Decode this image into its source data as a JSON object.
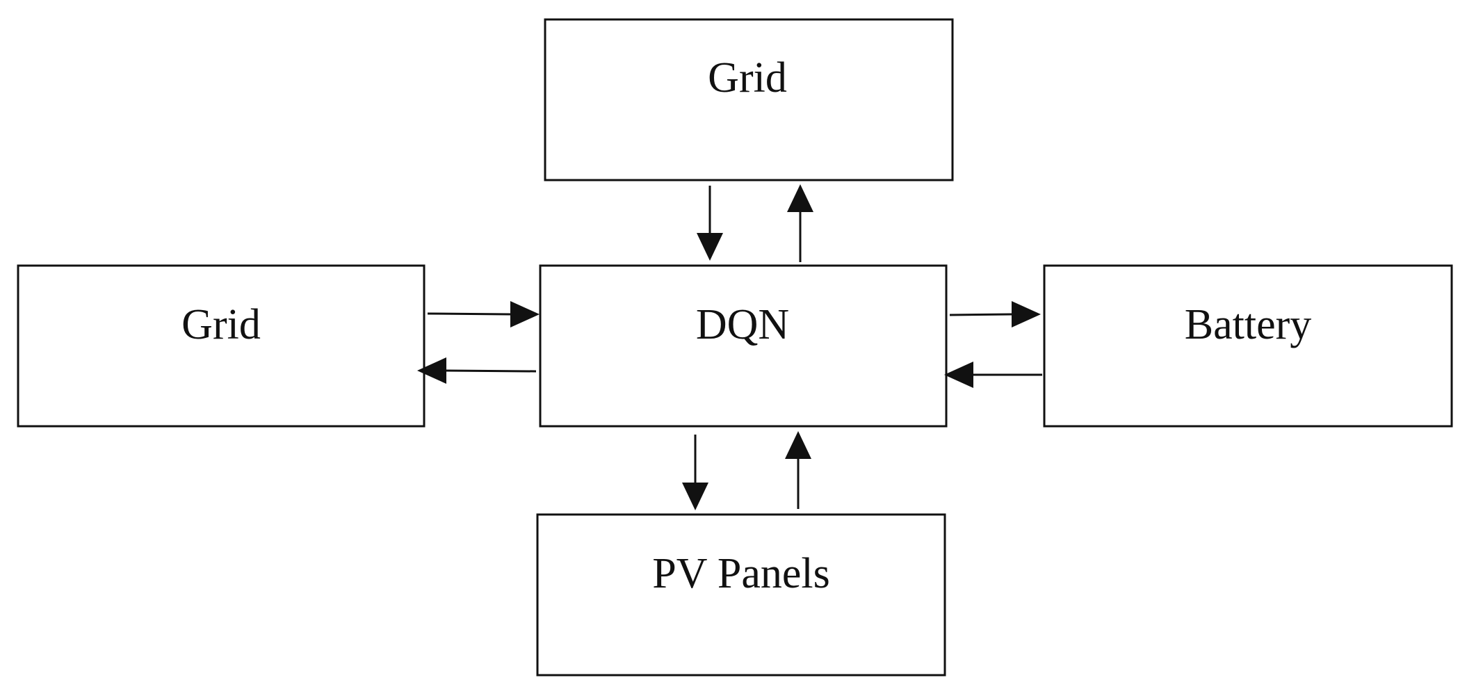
{
  "diagram": {
    "nodes": {
      "grid_top": {
        "label": "Grid"
      },
      "grid_left": {
        "label": "Grid"
      },
      "dqn": {
        "label": "DQN"
      },
      "battery": {
        "label": "Battery"
      },
      "pv_panels": {
        "label": "PV Panels"
      }
    },
    "edges": [
      {
        "from": "grid_top",
        "to": "dqn"
      },
      {
        "from": "dqn",
        "to": "grid_top"
      },
      {
        "from": "grid_left",
        "to": "dqn"
      },
      {
        "from": "dqn",
        "to": "grid_left"
      },
      {
        "from": "dqn",
        "to": "battery"
      },
      {
        "from": "battery",
        "to": "dqn"
      },
      {
        "from": "dqn",
        "to": "pv_panels"
      },
      {
        "from": "pv_panels",
        "to": "dqn"
      }
    ],
    "colors": {
      "stroke": "#111111",
      "background": "#ffffff"
    }
  }
}
